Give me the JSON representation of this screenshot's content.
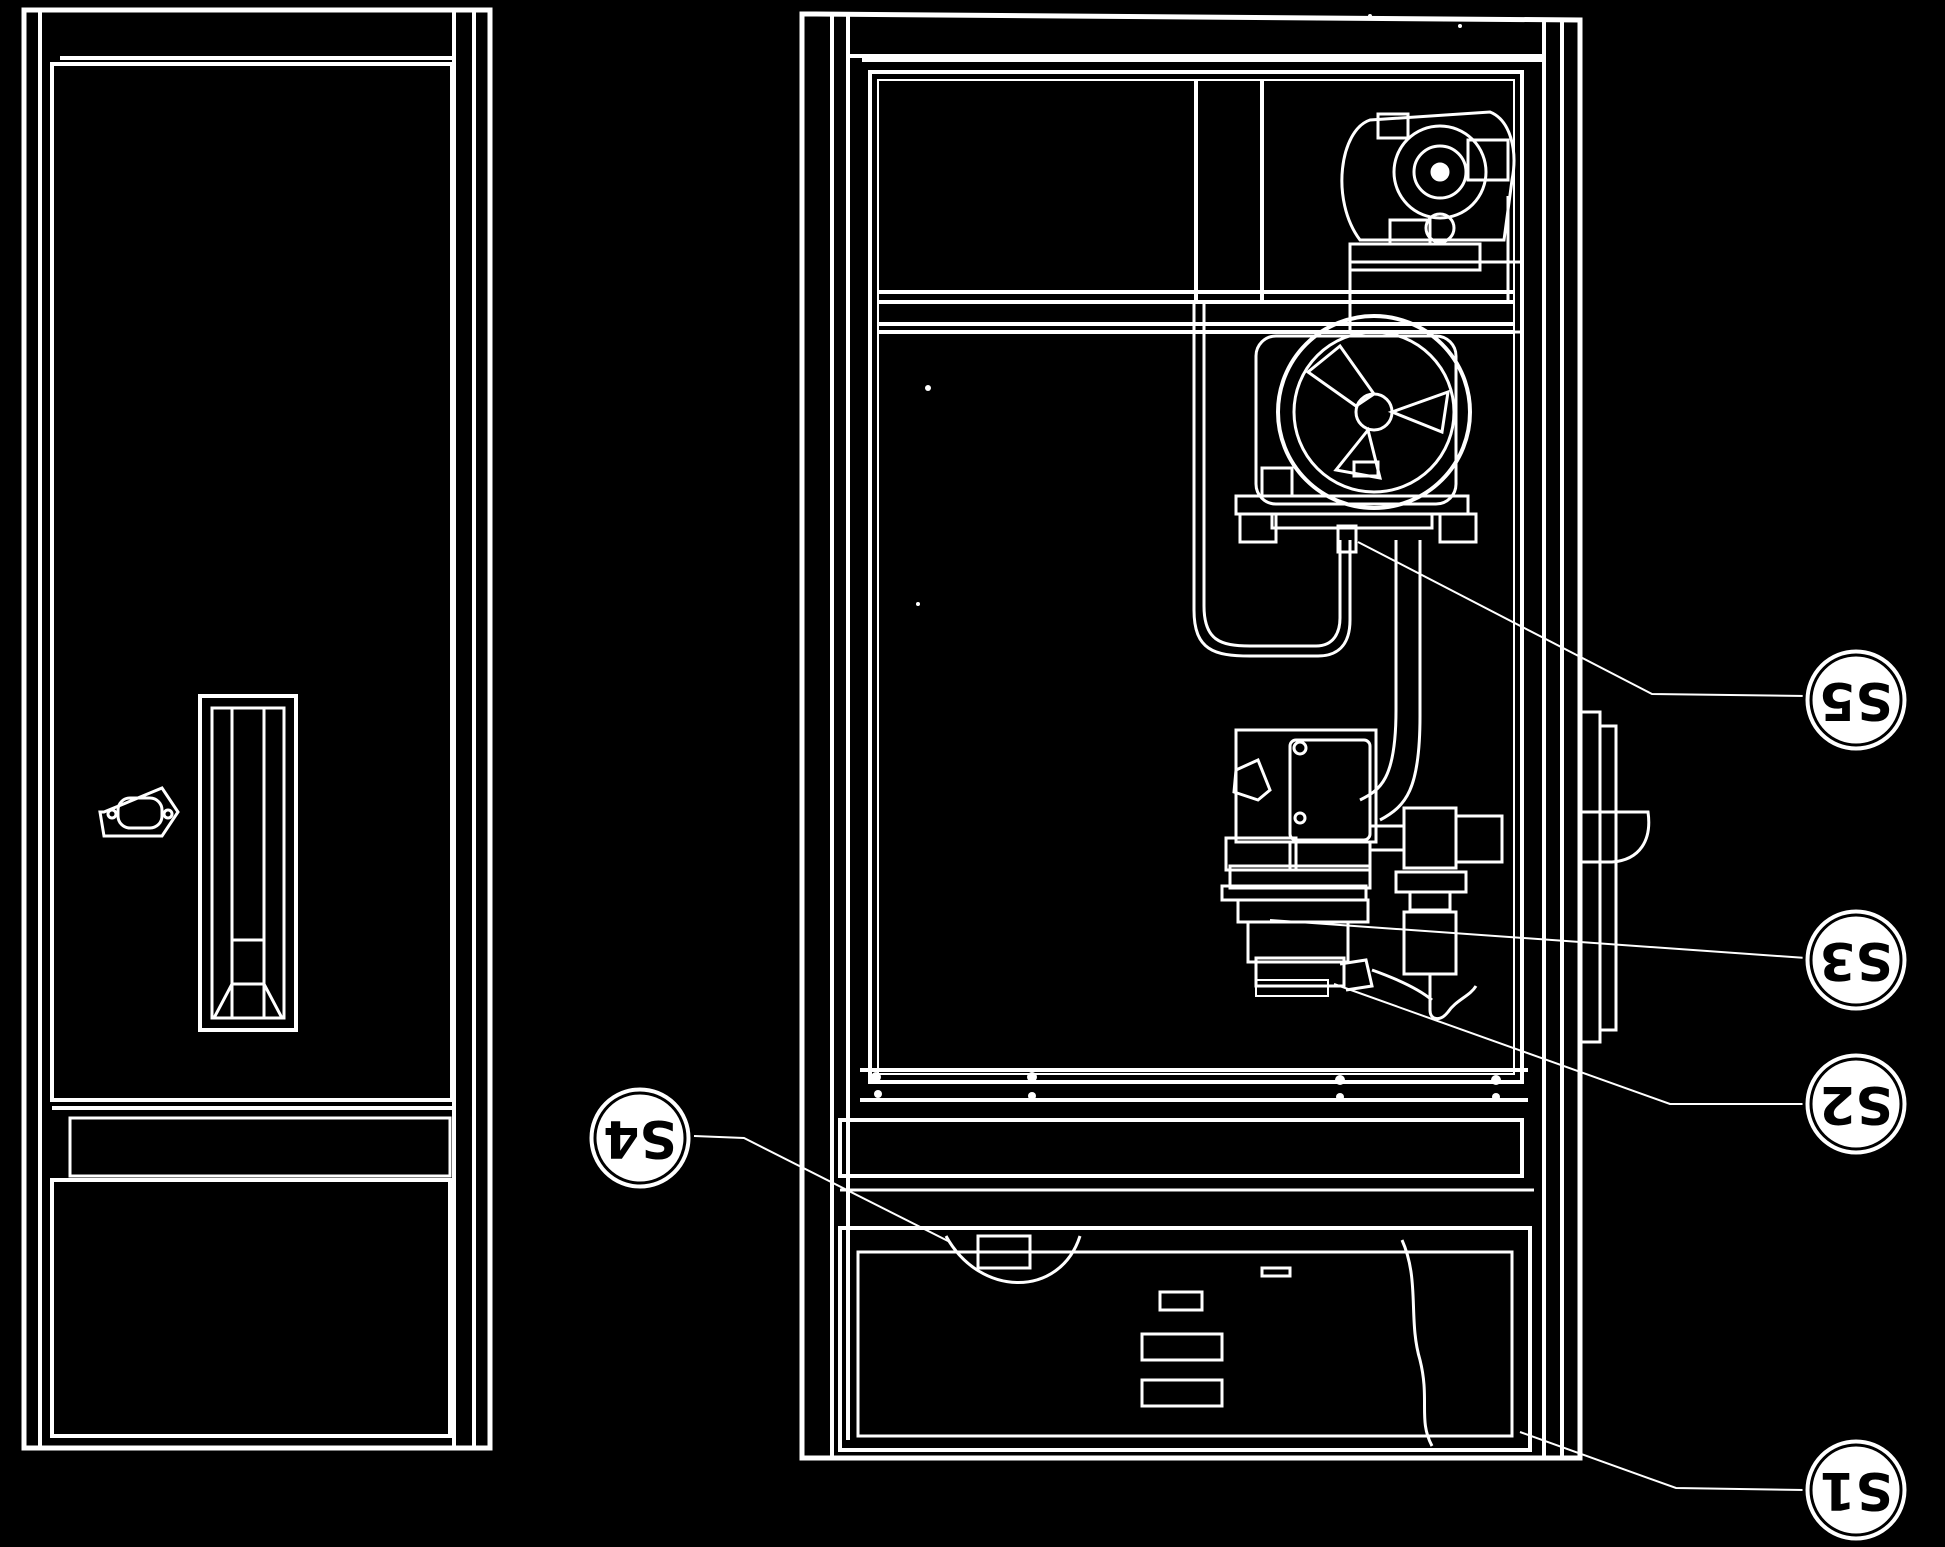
{
  "background": "#000000",
  "line_color": "#ffffff",
  "labels": {
    "s1": "S1",
    "s2": "S2",
    "s3": "S3",
    "s4": "S4",
    "s5": "S5"
  }
}
